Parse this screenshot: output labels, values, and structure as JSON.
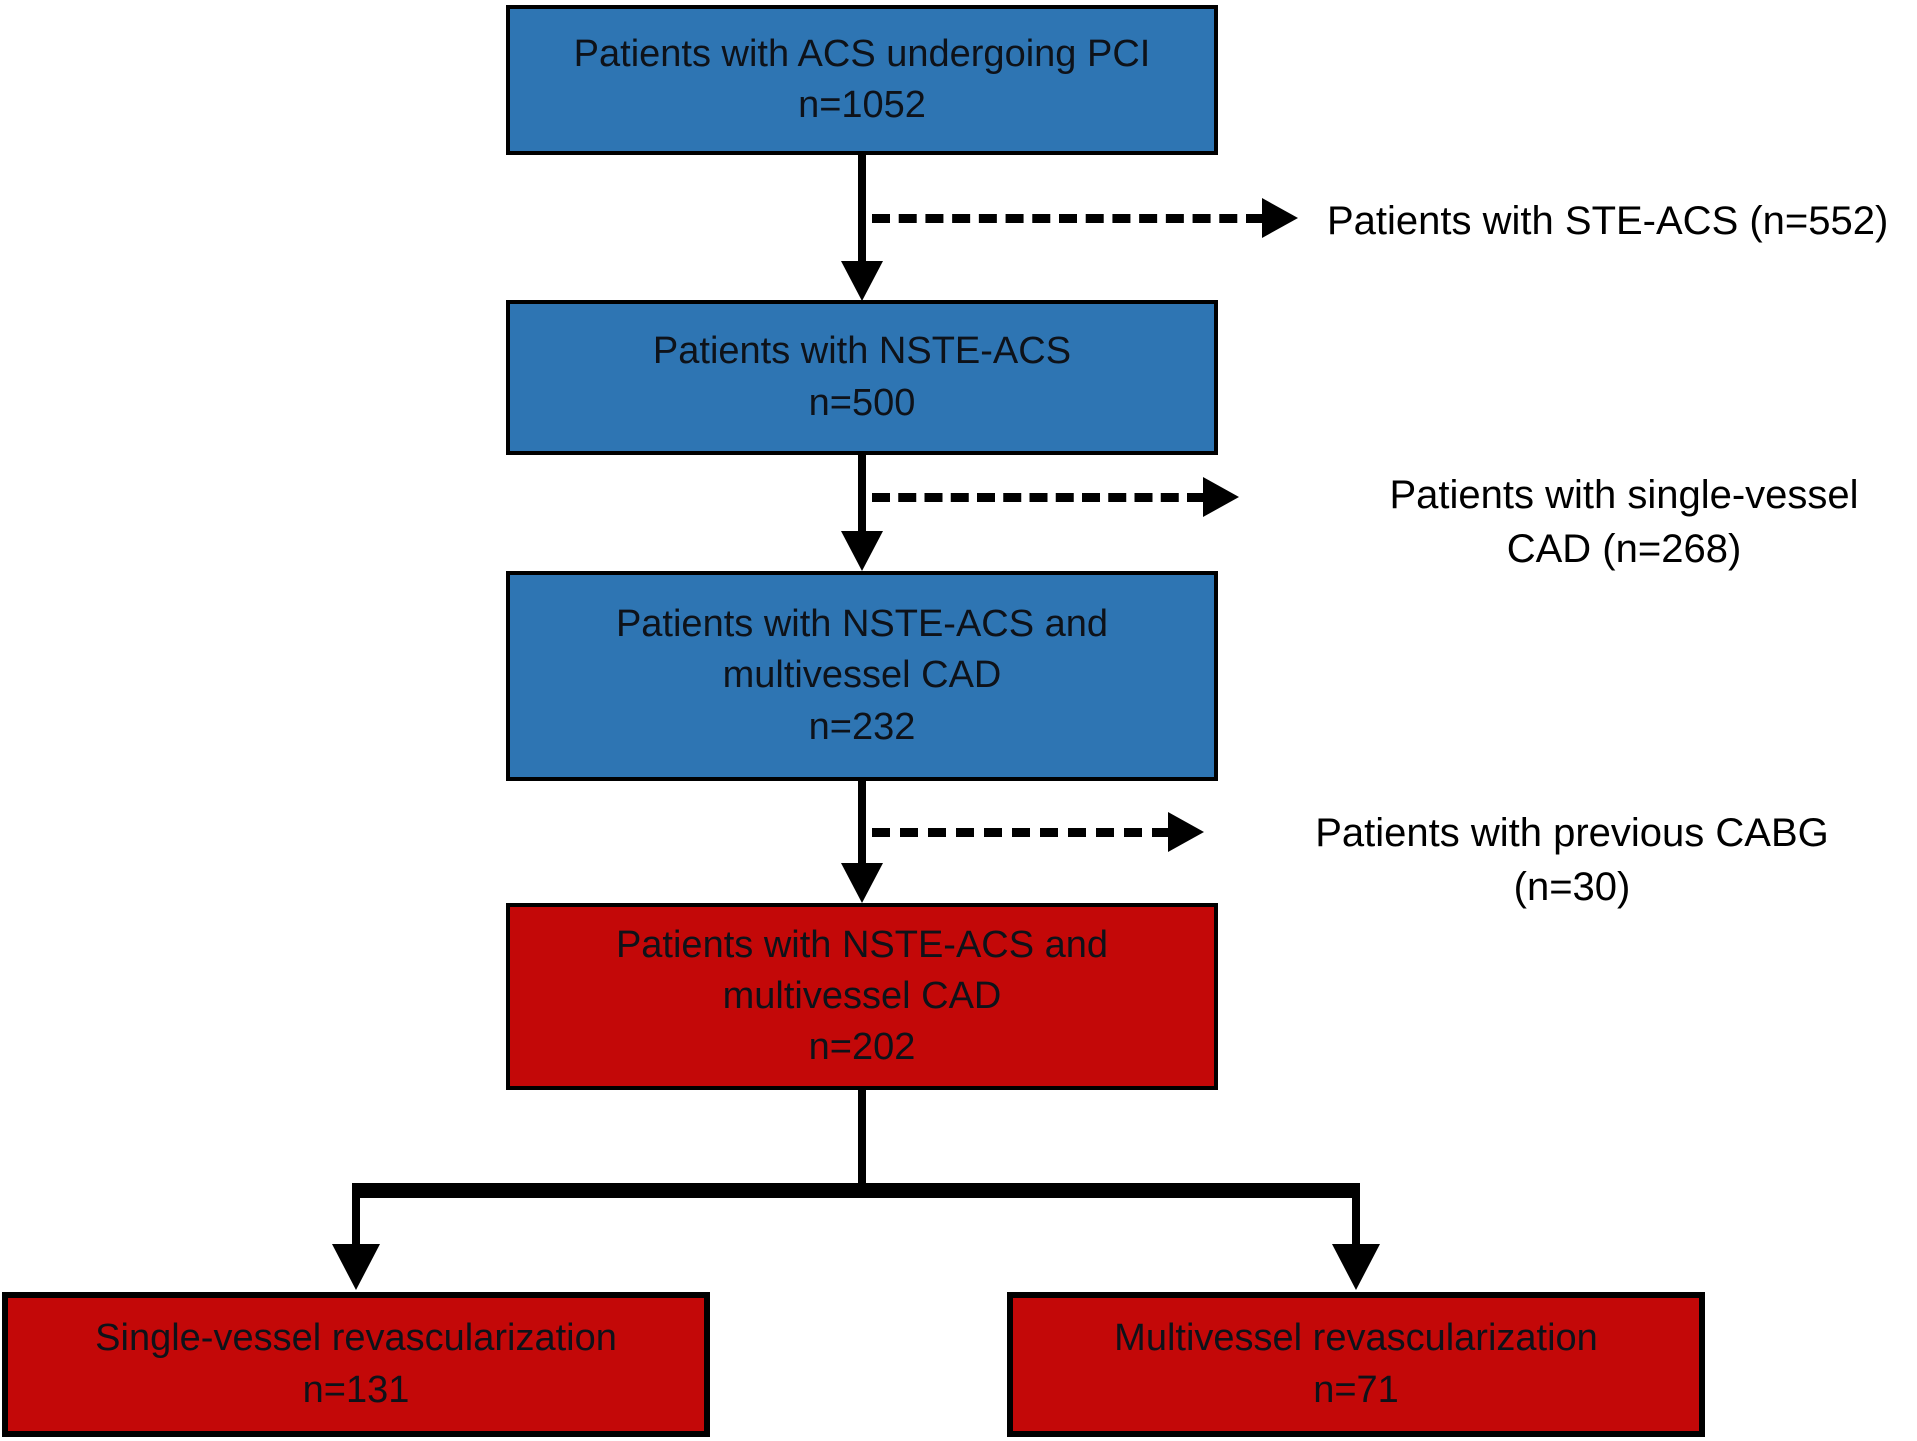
{
  "figure": {
    "type": "patient-flow-diagram"
  },
  "colors": {
    "box_blue": "#2e75b3",
    "box_red": "#c30808",
    "line_black": "#000000",
    "box_text": "#0e1219",
    "annotation_text": "#000000",
    "background": "#ffffff"
  },
  "flowchart": {
    "boxes": [
      {
        "id": "acs-pci",
        "color": "blue",
        "lines": [
          "Patients with ACS undergoing PCI",
          "n=1052"
        ]
      },
      {
        "id": "nste-acs",
        "color": "blue",
        "lines": [
          "Patients with NSTE-ACS",
          "n=500"
        ]
      },
      {
        "id": "nste-acs-multivessel-232",
        "color": "blue",
        "lines": [
          "Patients with NSTE-ACS and",
          "multivessel CAD",
          "n=232"
        ]
      },
      {
        "id": "nste-acs-multivessel-202",
        "color": "red",
        "lines": [
          "Patients with NSTE-ACS and",
          "multivessel CAD",
          "n=202"
        ]
      },
      {
        "id": "single-vessel-revascularization",
        "color": "red",
        "lines": [
          "Single-vessel revascularization",
          "n=131"
        ]
      },
      {
        "id": "multivessel-revascularization",
        "color": "red",
        "lines": [
          "Multivessel revascularization",
          "n=71"
        ]
      }
    ],
    "exclusions": [
      {
        "id": "ste-acs",
        "lines": [
          "Patients with STE-ACS (n=552)"
        ]
      },
      {
        "id": "single-vessel-cad",
        "lines": [
          "Patients with single-vessel",
          "CAD (n=268)"
        ]
      },
      {
        "id": "previous-cabg",
        "lines": [
          "Patients with previous CABG",
          "(n=30)"
        ]
      }
    ]
  }
}
